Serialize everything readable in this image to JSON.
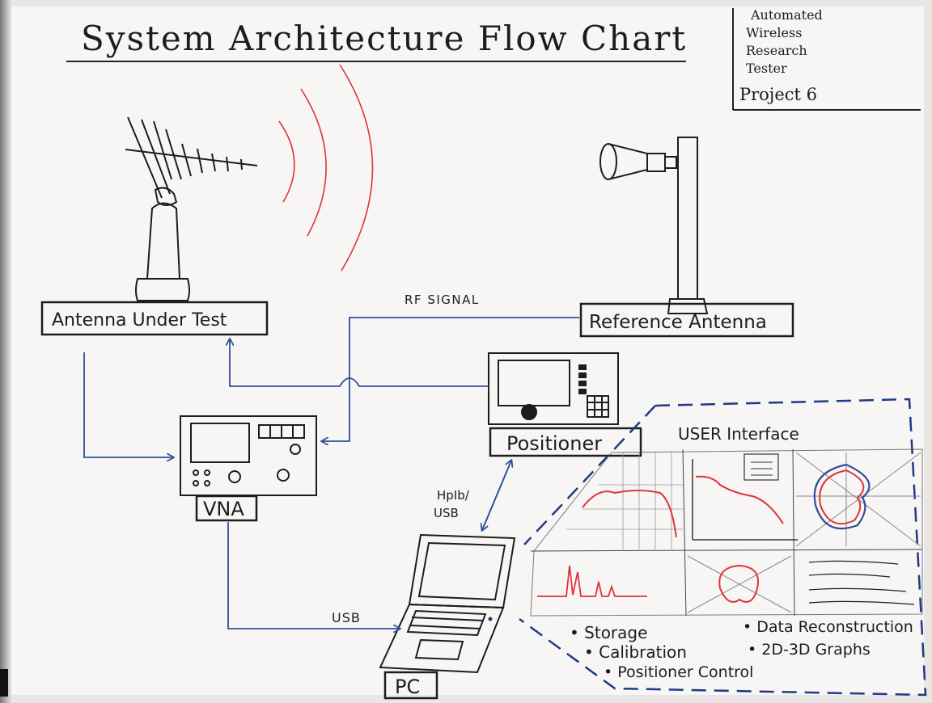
{
  "title": "System Architecture Flow Chart",
  "project_box": {
    "lines": [
      "Automated",
      "Wireless",
      "Research",
      "Tester"
    ],
    "project": "Project 6"
  },
  "blocks": {
    "antenna_under_test": "Antenna Under Test",
    "reference_antenna": "Reference Antenna",
    "positioner": "Positioner",
    "vna": "VNA",
    "pc": "PC"
  },
  "connections": {
    "rf_signal": "RF SIGNAL",
    "usb": "USB",
    "hpib_line1": "HpIb/",
    "hpib_line2": "USB"
  },
  "user_interface": {
    "title": "USER Interface",
    "features": [
      "• Storage",
      "• Data Reconstruction",
      "• Calibration",
      "• 2D-3D Graphs",
      "• Positioner Control"
    ]
  },
  "colors": {
    "ink": "#1d1d1d",
    "blue_line": "#2f4f9c",
    "red_line": "#e0333a",
    "dash_blue": "#1f3a86",
    "paper": "#f7f6f4"
  }
}
